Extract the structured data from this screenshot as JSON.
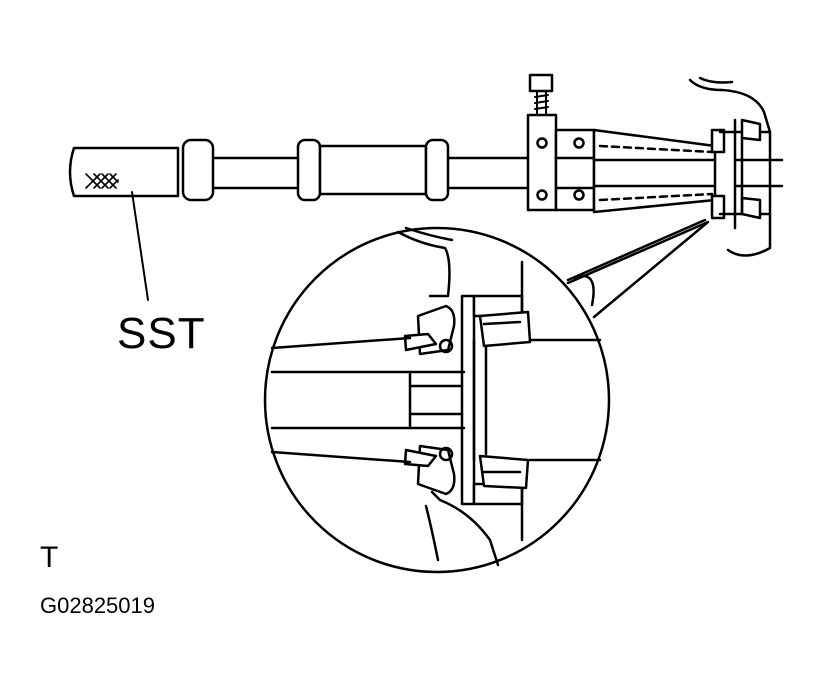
{
  "labels": {
    "tool_callout": "SST",
    "corner_mark": "T",
    "figure_code": "G02825019"
  },
  "colors": {
    "line": "#000000",
    "fill": "#ffffff"
  }
}
